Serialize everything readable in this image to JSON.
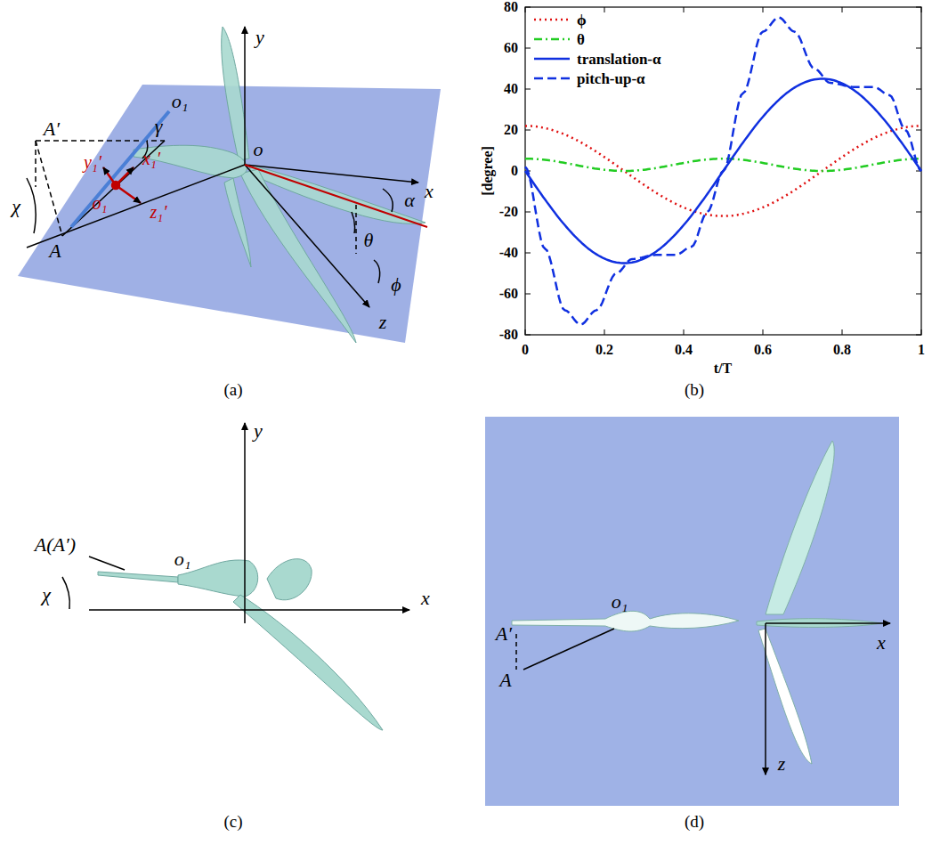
{
  "diagram": {
    "labels": [
      "y",
      "x",
      "z",
      "o",
      "A′",
      "o₁",
      "γ",
      "χ",
      "y₁′",
      "x₁′",
      "o₁",
      "z₁′",
      "A",
      "α",
      "θ",
      "ϕ",
      "(a)",
      "80",
      "60",
      "40",
      "20",
      "0",
      "-20",
      "-40",
      "-60",
      "-80",
      "0",
      "0.2",
      "0.4",
      "0.6",
      "0.8",
      "1",
      "[degree]",
      "t/T",
      "(b)",
      "y",
      "x",
      "A(A′)",
      "χ",
      "o₁",
      "(c)",
      "A′",
      "o₁",
      "x",
      "z",
      "A",
      "(d)"
    ],
    "legend": [
      {
        "text": "ϕ"
      },
      {
        "text": "θ"
      },
      {
        "text": "translation-α"
      },
      {
        "text": "pitch-up-α"
      }
    ]
  }
}
